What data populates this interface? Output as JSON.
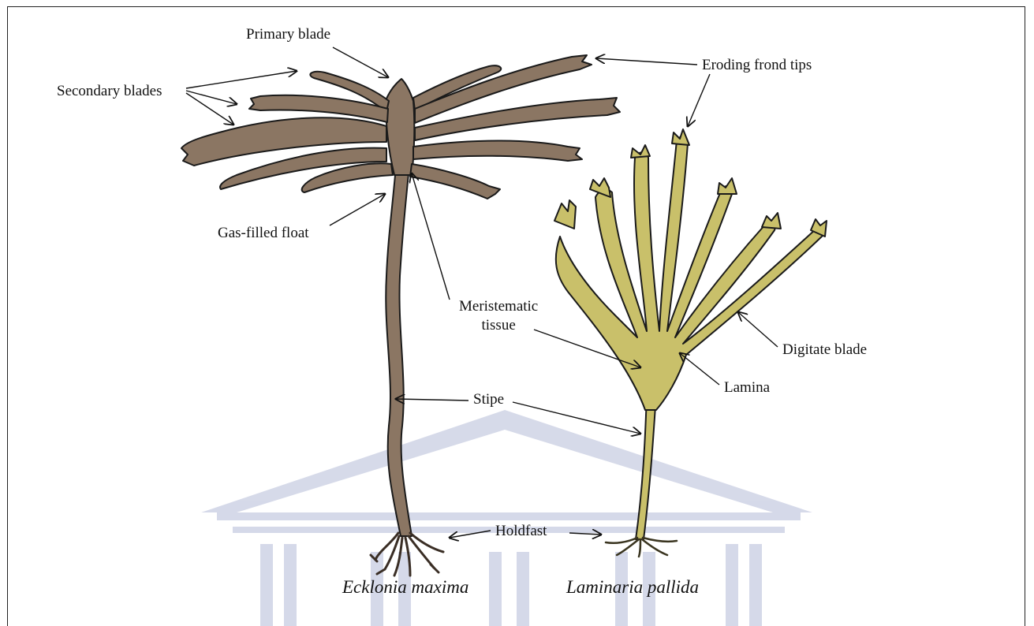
{
  "labels": {
    "primary_blade": "Primary blade",
    "secondary_blades": "Secondary blades",
    "eroding_frond_tips": "Eroding frond tips",
    "gas_filled_float": "Gas-filled float",
    "meristematic_line1": "Meristematic",
    "meristematic_line2": "tissue",
    "digitate_blade": "Digitate blade",
    "lamina": "Lamina",
    "stipe": "Stipe",
    "holdfast": "Holdfast"
  },
  "species": {
    "left": "Ecklonia maxima",
    "right": "Laminaria pallida"
  },
  "colors": {
    "ecklonia_fill": "#8b7663",
    "laminaria_fill": "#c9c06a",
    "outline": "#1a1a1a",
    "watermark": "#c8cde2"
  }
}
